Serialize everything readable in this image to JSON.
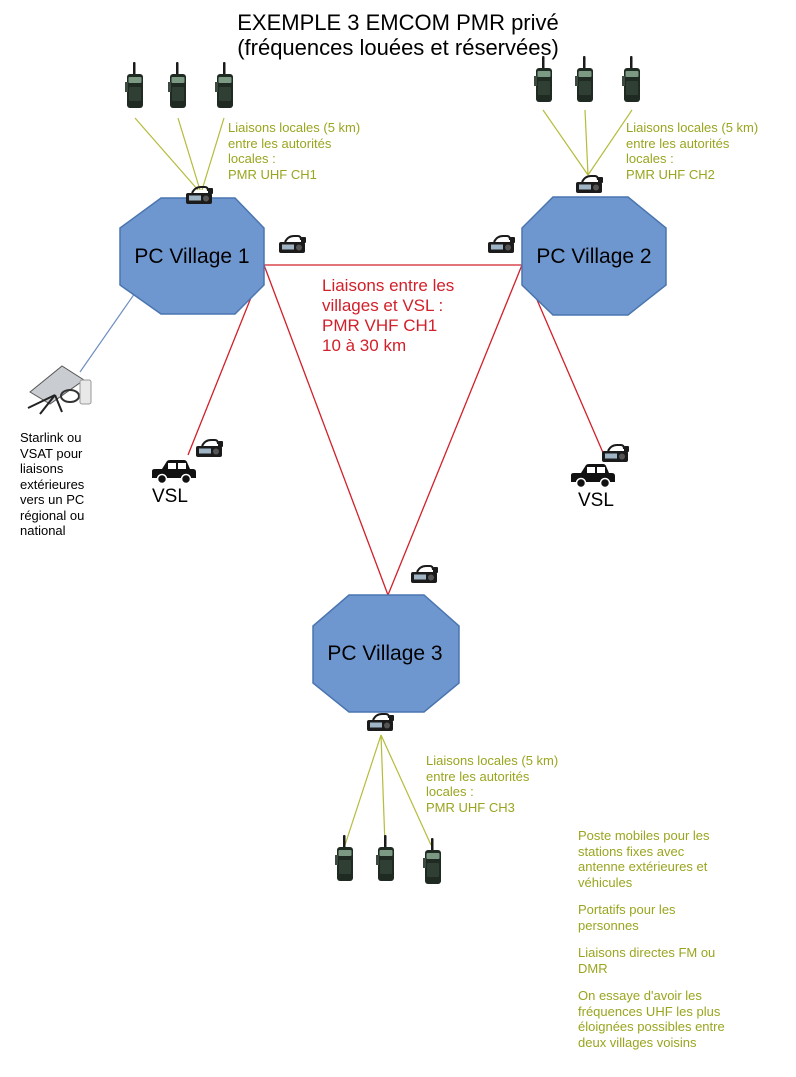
{
  "title": {
    "line1": "EXEMPLE 3 EMCOM PMR privé",
    "line2": "(fréquences louées et réservées)"
  },
  "nodes": [
    {
      "id": "v1",
      "label": "PC Village 1"
    },
    {
      "id": "v2",
      "label": "PC Village 2"
    },
    {
      "id": "v3",
      "label": "PC Village 3"
    }
  ],
  "local_links": {
    "v1": [
      "Liaisons locales (5 km)",
      "entre les  autorités",
      "locales :",
      "PMR UHF CH1"
    ],
    "v2": [
      "Liaisons locales (5 km)",
      "entre les autorités",
      "locales :",
      "PMR UHF CH2"
    ],
    "v3": [
      "Liaisons locales (5 km)",
      "entre les autorités",
      "locales :",
      "PMR UHF CH3"
    ]
  },
  "village_links": [
    "Liaisons entre les",
    "villages et VSL :",
    "PMR VHF CH1",
    "10 à 30 km"
  ],
  "vsl_left": "VSL",
  "vsl_right": "VSL",
  "starlink": [
    "Starlink ou",
    "VSAT pour",
    "liaisons",
    "extérieures",
    "vers un PC",
    "régional ou",
    "national"
  ],
  "notes": [
    [
      "Poste mobiles pour les",
      "stations fixes avec",
      "antenne extérieures et",
      "véhicules"
    ],
    [
      "Portatifs pour les",
      "personnes"
    ],
    [
      "Liaisons directes FM ou",
      "DMR"
    ],
    [
      "On essaye d'avoir les",
      "fréquences UHF les plus",
      "éloignées possibles entre",
      "deux villages voisins"
    ]
  ],
  "colors": {
    "octagon_fill": "#6f97cf",
    "octagon_stroke": "#4a75b0",
    "red_link": "#d2202a",
    "olive_link": "#b5bb3a",
    "blue_link": "#6e8fbf",
    "olive_text": "#9aa51f"
  },
  "icons": [
    "handheld-radio-icon",
    "mobile-radio-icon",
    "car-icon",
    "satellite-dish-icon"
  ]
}
